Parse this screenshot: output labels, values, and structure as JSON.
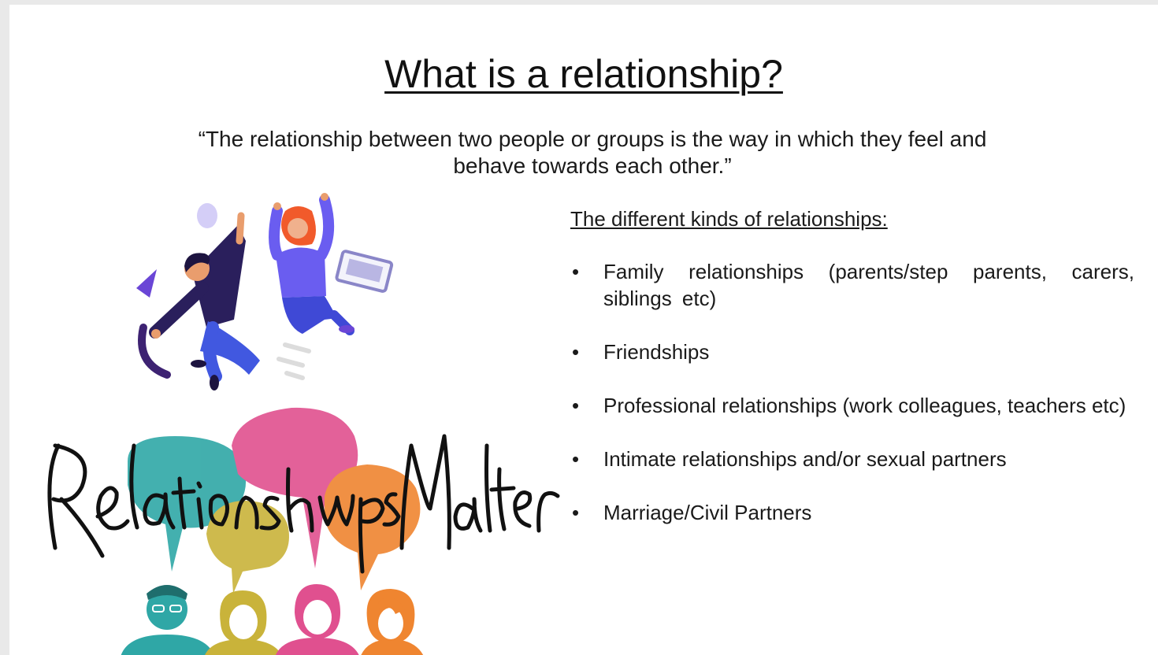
{
  "slide": {
    "title": "What is a relationship?",
    "quote_line1": "“The relationship between two people or groups is the way in which they feel and",
    "quote_line2": "behave towards each other.”",
    "subheading": "The different kinds of relationships:",
    "bullet_char": "•",
    "items": [
      {
        "label": "Family relationships (parents/step parents, carers, siblings etc)"
      },
      {
        "label": "Friendships"
      },
      {
        "label": "Professional relationships (work colleagues, teachers etc)"
      },
      {
        "label": "Intimate relationships and/or sexual partners"
      },
      {
        "label": "Marriage/Civil Partners"
      }
    ]
  },
  "illustrations": {
    "top": "jumping-people-illustration",
    "bottom": "relationships-matter-illustration",
    "logo_text": "Relationships Matter"
  },
  "colors": {
    "teal": "#2fa7a6",
    "pink": "#e0508f",
    "mustard": "#c9b33a",
    "orange": "#ef8530",
    "purple": "#5a4be0",
    "navy": "#2a1f5c"
  }
}
